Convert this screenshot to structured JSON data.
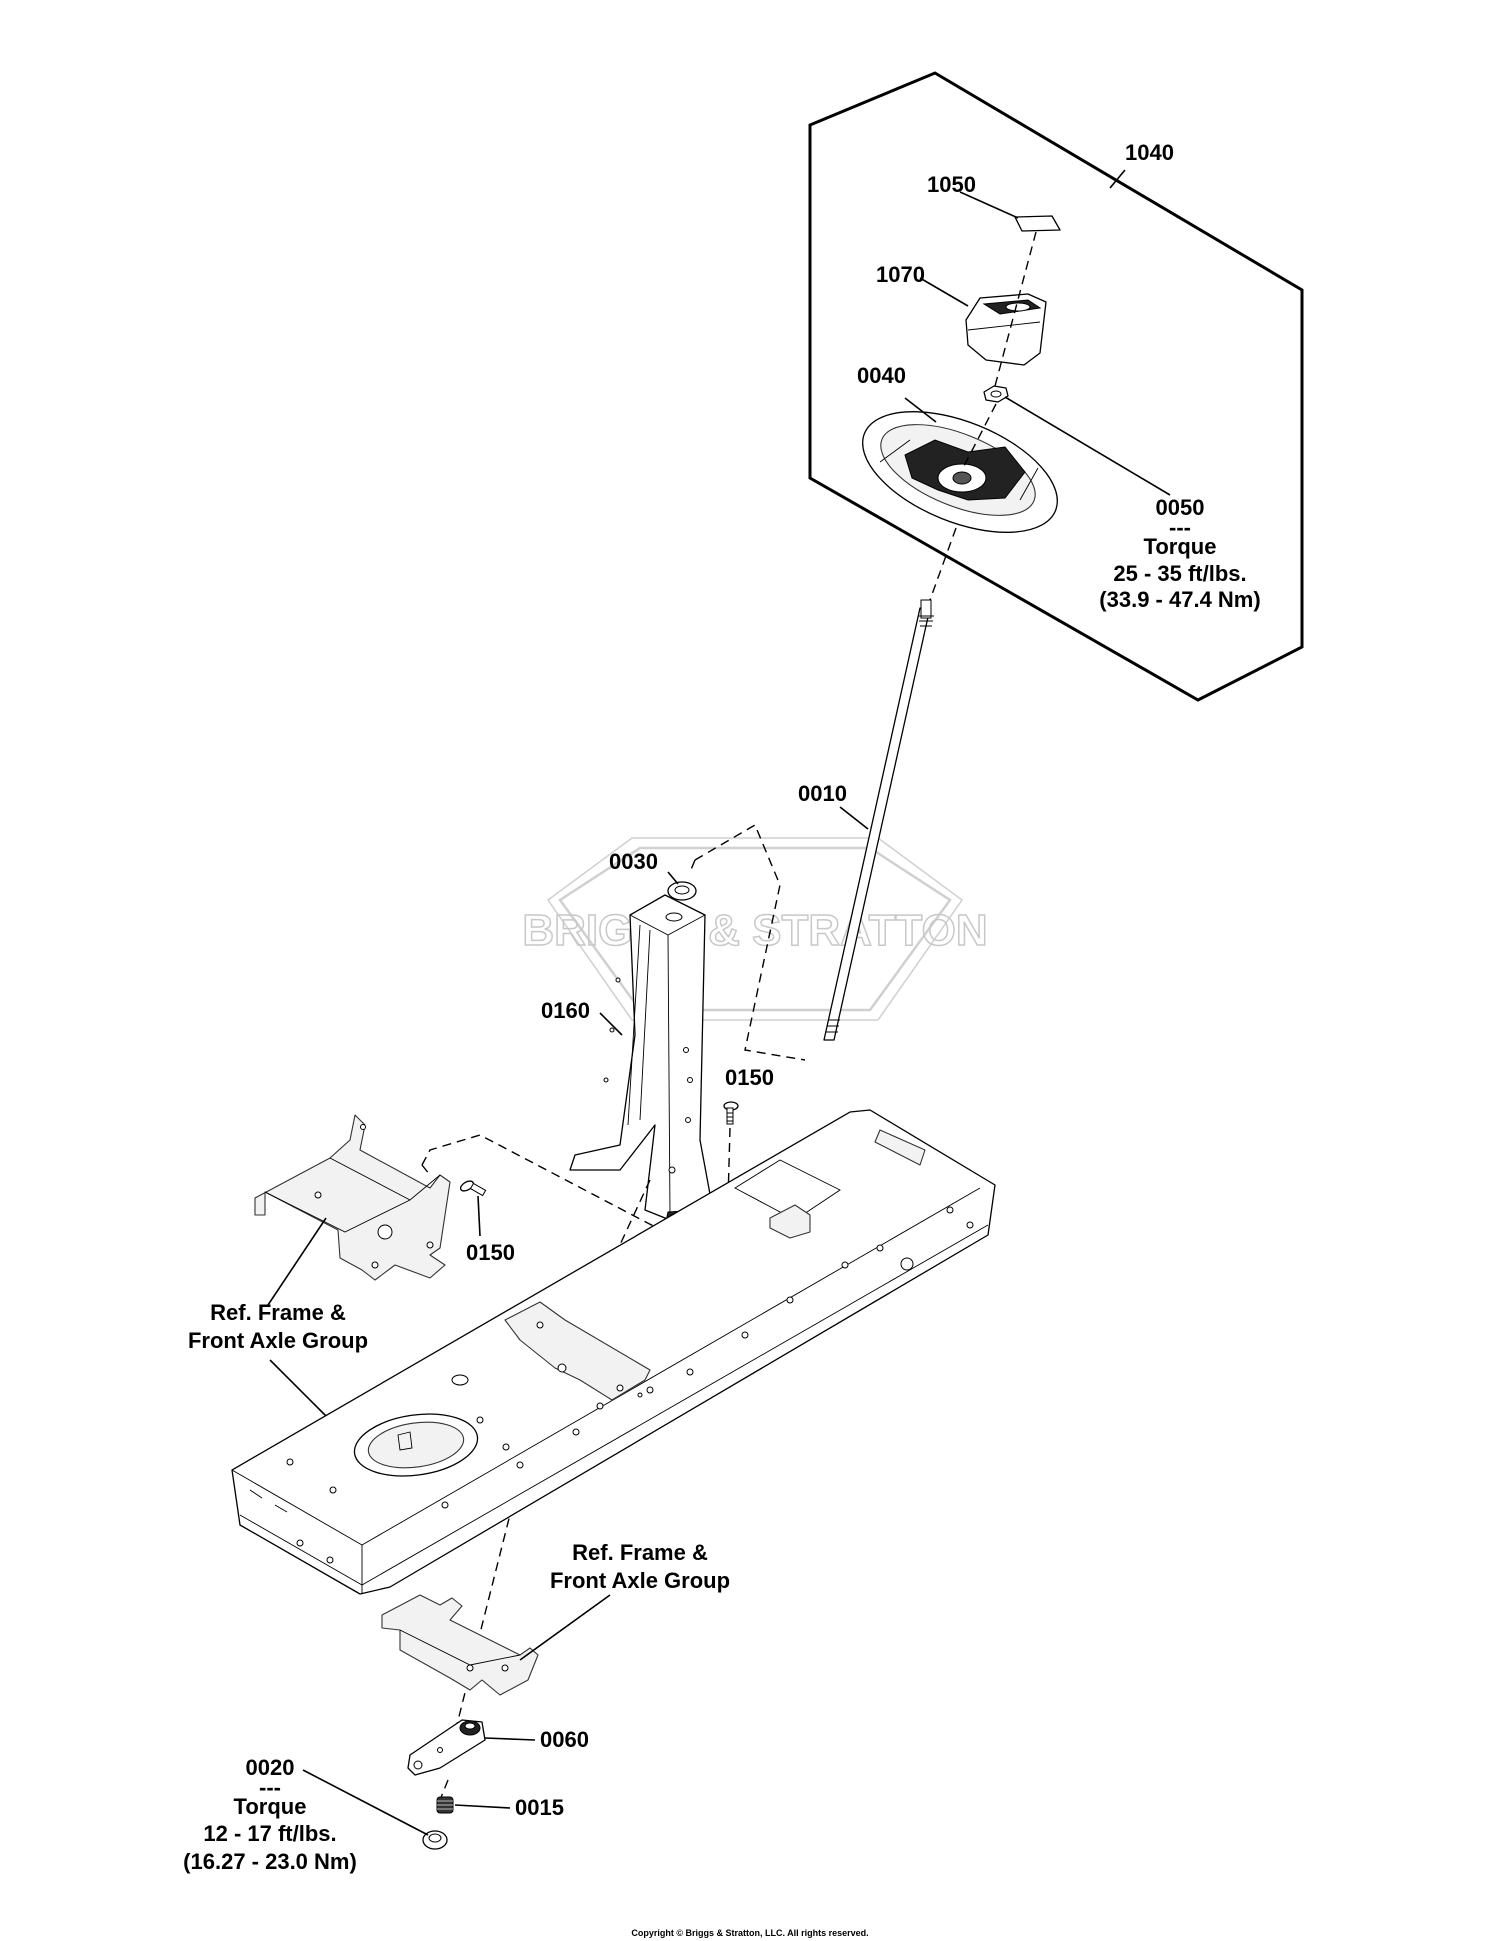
{
  "watermark": "BRIGGS & STRATTON",
  "kit_label": "1040",
  "part_labels": {
    "p1050": "1050",
    "p1070": "1070",
    "p0040": "0040",
    "p0050": "0050",
    "p0010": "0010",
    "p0030": "0030",
    "p0160": "0160",
    "p0150_right": "0150",
    "p0150_left": "0150",
    "p0060": "0060",
    "p0015": "0015",
    "p0020": "0020"
  },
  "torque_0050": {
    "sep": "---",
    "title": "Torque",
    "imperial": "25 - 35 ft/lbs.",
    "metric": "(33.9 - 47.4 Nm)"
  },
  "torque_0020": {
    "sep": "---",
    "title": "Torque",
    "imperial": "12 - 17 ft/lbs.",
    "metric": "(16.27 - 23.0 Nm)"
  },
  "ref_upper": {
    "line1": "Ref. Frame &",
    "line2": "Front Axle Group"
  },
  "ref_lower": {
    "line1": "Ref. Frame &",
    "line2": "Front Axle Group"
  },
  "copyright": "Copyright © Briggs & Stratton, LLC. All rights reserved."
}
